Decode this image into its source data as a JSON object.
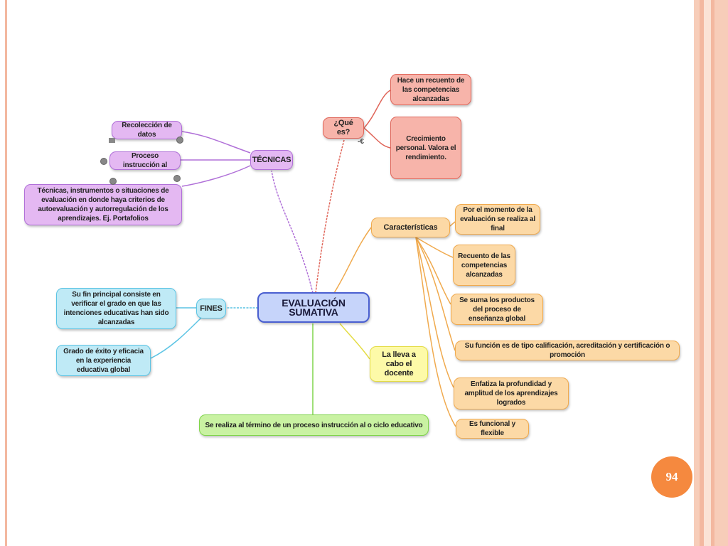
{
  "slide": {
    "page_number": "94",
    "frame_colors": [
      "#f3b8a0",
      "#f7cdb9",
      "#fbe3d6"
    ]
  },
  "central": {
    "label": "EVALUACIÓN SUMATIVA"
  },
  "que_es": {
    "label": "¿Qué es?",
    "items": [
      "Hace un recuento de las competencias alcanzadas",
      "Crecimiento personal. Valora el rendimiento."
    ],
    "marker": "-€"
  },
  "tecnicas": {
    "label": "TÉCNICAS",
    "items": [
      "Recolección de datos",
      "Proceso instrucción al",
      "Técnicas, instrumentos o situaciones de evaluación en donde haya criterios de autoevaluación y autorregulación de los aprendizajes. Ej. Portafolios"
    ]
  },
  "caracteristicas": {
    "label": "Características",
    "items": [
      "Por el momento de la evaluación se realiza al final",
      "Recuento de las competencias alcanzadas",
      "Se suma los productos del proceso de enseñanza global",
      "Su función es de tipo calificación, acreditación y certificación o promoción",
      "Enfatiza la profundidad y amplitud de los aprendizajes logrados",
      "Es funcional y flexible"
    ]
  },
  "fines": {
    "label": "FINES",
    "items": [
      "Su fin principal consiste en verificar el grado en que las intenciones educativas han sido alcanzadas",
      "Grado de éxito y eficacia en la experiencia educativa global"
    ]
  },
  "docente": {
    "label": "La lleva a cabo el docente"
  },
  "termino": {
    "label": "Se realiza al término de un proceso instrucción al o ciclo educativo"
  },
  "colors": {
    "purple": "#b070d8",
    "red": "#e0665a",
    "orange": "#f0aa4e",
    "blue": "#5cc4e4",
    "green": "#7fd44a",
    "yellow": "#e4dc44",
    "central": "#4a5fd0"
  }
}
